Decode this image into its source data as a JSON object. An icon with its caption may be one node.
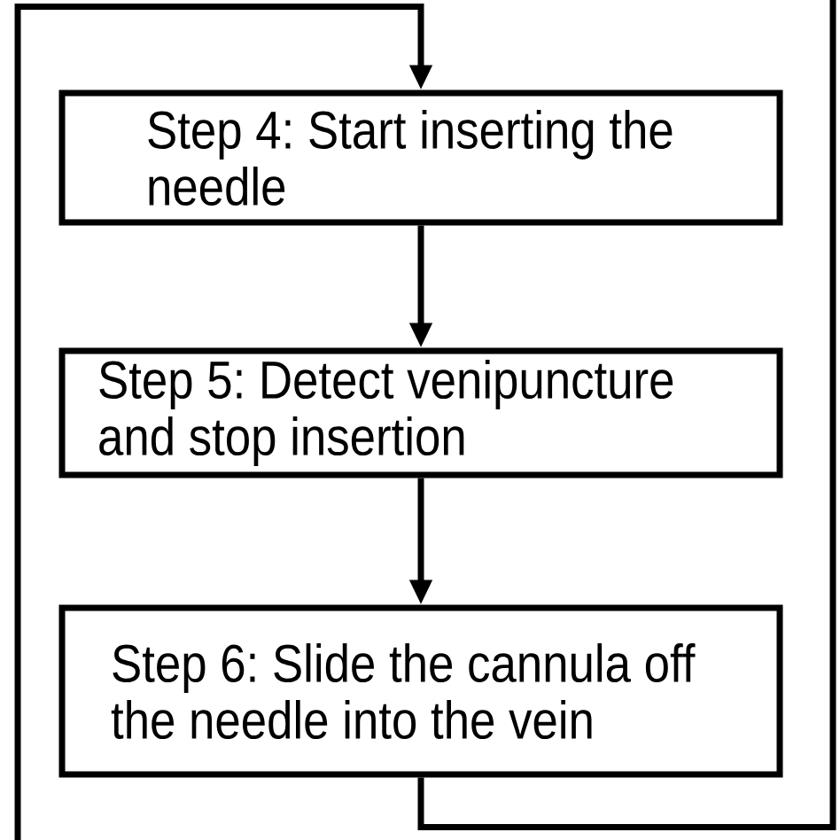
{
  "diagram": {
    "nodes": [
      {
        "text": [
          "Step 4: Start inserting the needle"
        ]
      },
      {
        "text": [
          "Step 5: Detect venipuncture and stop insertion"
        ]
      },
      {
        "text": [
          "Step 6: Slide the cannula off the needle into the vein"
        ]
      }
    ],
    "edges": [
      {
        "from": 0,
        "to": 1,
        "arrow": "to"
      },
      {
        "from": 1,
        "to": 2,
        "arrow": "to"
      },
      {
        "from": null,
        "to": 0,
        "arrow": "to"
      },
      {
        "from": 2,
        "to": null,
        "arrow": "none"
      }
    ]
  }
}
